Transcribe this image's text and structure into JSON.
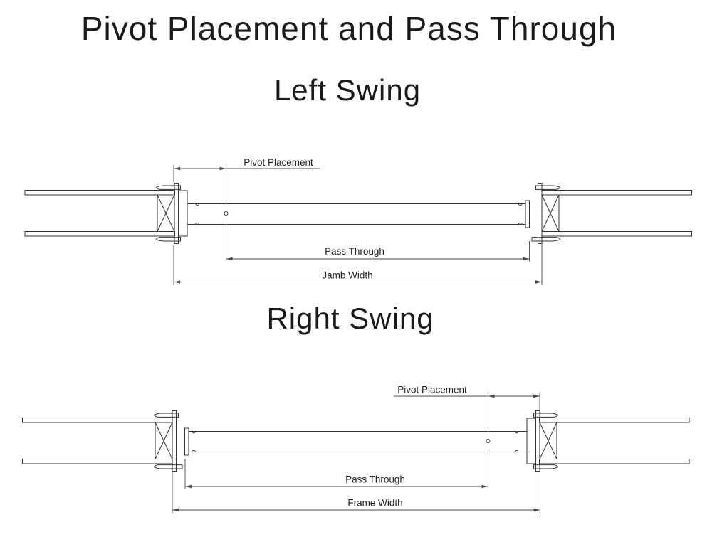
{
  "titles": {
    "main": "Pivot Placement and Pass Through",
    "left_section": "Left Swing",
    "right_section": "Right Swing"
  },
  "left_swing": {
    "pivot_placement_label": "Pivot Placement",
    "pass_through_label": "Pass Through",
    "width_label": "Jamb Width"
  },
  "right_swing": {
    "pivot_placement_label": "Pivot Placement",
    "pass_through_label": "Pass Through",
    "width_label": "Frame Width"
  },
  "colors": {
    "background": "#ffffff",
    "geometry_line": "#333333",
    "dimension_line": "#4a4a4a",
    "title_text": "#1a1a1a"
  }
}
